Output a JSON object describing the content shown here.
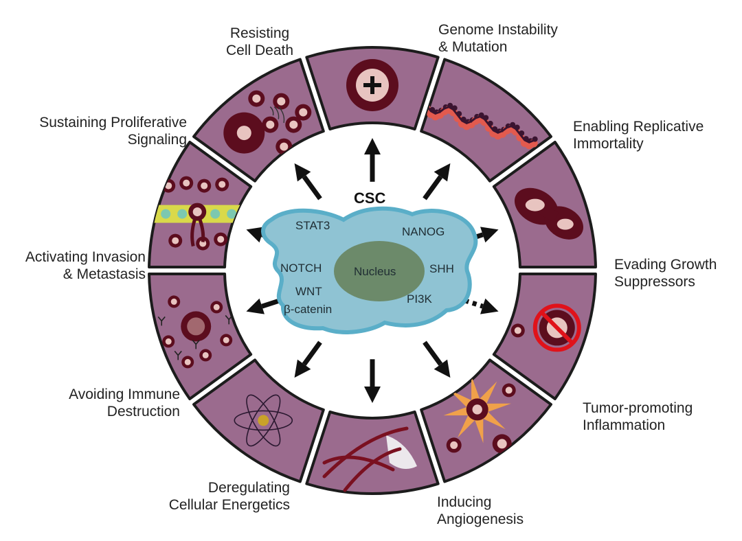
{
  "colors": {
    "segment_fill": "#9b6b8e",
    "segment_stroke": "#1c1c1c",
    "cell_dark": "#5c0d1e",
    "cell_light": "#e8c4c0",
    "cytoplasm": "#8fc3d3",
    "cytoplasm_edge": "#5aaec8",
    "nucleus": "#6c8a6a",
    "arrow": "#111111",
    "dna_red": "#e25a4e",
    "dna_dark": "#3a1430",
    "vessel": "#7a1020",
    "starburst": "#f0a14a",
    "no_sign": "#e0121a",
    "membrane_band": "#d9d94a",
    "atom_core": "#c9a229"
  },
  "center": {
    "title": "CSC",
    "nucleus_label": "Nucleus",
    "pathways": {
      "stat3": "STAT3",
      "nanog": "NANOG",
      "notch": "NOTCH",
      "shh": "SHH",
      "wnt": "WNT",
      "beta_catenin": "β-catenin",
      "pi3k": "PI3K"
    }
  },
  "hallmarks": [
    {
      "key": "resisting-cell-death",
      "lines": [
        "Resisting",
        "Cell Death"
      ],
      "align": "center",
      "arrow": "solid",
      "icon": "plus-cell-icon"
    },
    {
      "key": "genome-instability",
      "lines": [
        "Genome Instability",
        "& Mutation"
      ],
      "align": "left",
      "arrow": "solid",
      "icon": "dna-strand-icon"
    },
    {
      "key": "replicative-immortality",
      "lines": [
        "Enabling Replicative",
        "Immortality"
      ],
      "align": "left",
      "arrow": "solid",
      "icon": "dividing-cell-icon"
    },
    {
      "key": "evading-growth-suppressors",
      "lines": [
        "Evading Growth",
        "Suppressors"
      ],
      "align": "left",
      "arrow": "dashed",
      "icon": "no-sign-icon"
    },
    {
      "key": "tumor-promoting-inflammation",
      "lines": [
        "Tumor-promoting",
        "Inflammation"
      ],
      "align": "left",
      "arrow": "solid",
      "icon": "starburst-icon"
    },
    {
      "key": "inducing-angiogenesis",
      "lines": [
        "Inducing",
        "Angiogenesis"
      ],
      "align": "left",
      "arrow": "solid",
      "icon": "blood-vessel-icon"
    },
    {
      "key": "deregulating-energetics",
      "lines": [
        "Deregulating",
        "Cellular Energetics"
      ],
      "align": "right",
      "arrow": "solid",
      "icon": "atom-icon"
    },
    {
      "key": "avoiding-immune-destruction",
      "lines": [
        "Avoiding Immune",
        "Destruction"
      ],
      "align": "right",
      "arrow": "solid",
      "icon": "antibody-cells-icon"
    },
    {
      "key": "invasion-metastasis",
      "lines": [
        "Activating Invasion",
        "& Metastasis"
      ],
      "align": "right",
      "arrow": "solid",
      "icon": "invasion-icon"
    },
    {
      "key": "sustaining-proliferative-signaling",
      "lines": [
        "Sustaining Proliferative",
        "Signaling"
      ],
      "align": "right",
      "arrow": "solid",
      "icon": "signaling-cells-icon"
    }
  ]
}
